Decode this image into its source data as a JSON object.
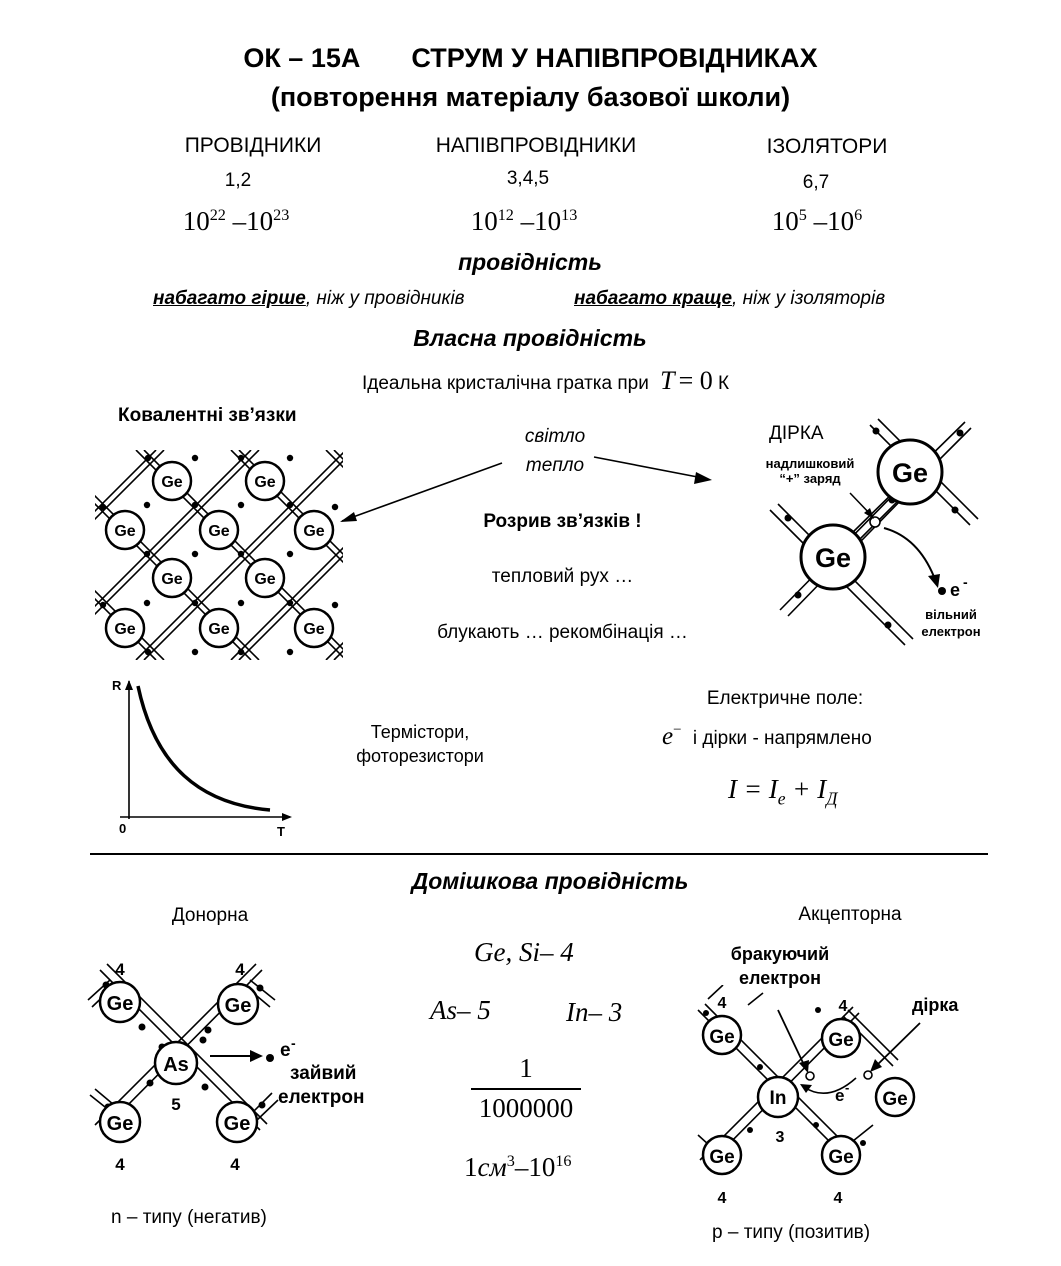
{
  "title": {
    "line1_code": "ОК – 15А",
    "line1_topic": "СТРУМ У НАПІВПРОВІДНИКАХ",
    "line2": "(повторення матеріалу базової школи)"
  },
  "classes": {
    "conductors": {
      "label": "ПРОВІДНИКИ",
      "nums": "1,2",
      "base": "10",
      "exp_from": "22",
      "exp_to": "23"
    },
    "semiconductors": {
      "label": "НАПІВПРОВІДНИКИ",
      "nums": "3,4,5",
      "base": "10",
      "exp_from": "12",
      "exp_to": "13"
    },
    "insulators": {
      "label": "ІЗОЛЯТОРИ",
      "nums": "6,7",
      "base": "10",
      "exp_from": "5",
      "exp_to": "6"
    },
    "dash": "–"
  },
  "conductivity": {
    "heading": "провідність",
    "worse_bold": "набагато гірше",
    "worse_rest": ", ніж у провідників",
    "better_bold": "набагато краще",
    "better_rest": ", ніж у ізоляторів"
  },
  "intrinsic": {
    "heading": "Власна провідність",
    "ideal_text": "Ідеальна кристалічна гратка при",
    "T_sym": "T",
    "T_eq": "= 0",
    "K": "К",
    "covalent": "Ковалентні зв’язки",
    "light": "світло",
    "heat": "тепло",
    "break": "Розрив зв’язків !",
    "thermal": "тепловий рух …",
    "wander": "блукають … рекомбінація …",
    "hole_label": "ДІРКА",
    "excess_1": "надлишковий",
    "excess_2": "“+” заряд",
    "free_1": "вільний",
    "free_2": "електрон",
    "electron": "e",
    "minus": "-",
    "ge": "Ge"
  },
  "graph": {
    "y_axis": "R",
    "x_axis": "T",
    "origin": "0"
  },
  "devices": {
    "line1": "Термістори,",
    "line2": "фоторезистори"
  },
  "field": {
    "heading": "Електричне поле:",
    "e_sym": "e",
    "e_sup": "−",
    "holes_text": "і дірки - напрямлено",
    "I": "I",
    "eq": "=",
    "Ie": "I",
    "Ie_sub": "e",
    "plus": "+",
    "Id": "I",
    "Id_sub": "Д"
  },
  "impurity": {
    "heading": "Домішкова провідність",
    "donor": "Донорна",
    "acceptor": "Акцепторна",
    "ge_si": "Ge, Si",
    "dash4": "– 4",
    "as5_sym": "As",
    "as5_num": "– 5",
    "in3_sym": "In",
    "in3_num": "– 3",
    "frac_num": "1",
    "frac_den": "1000000",
    "conc_pre": "1",
    "conc_unit": "см",
    "conc_exp": "3",
    "conc_dash": "–",
    "conc_base": "10",
    "conc_pow": "16",
    "n_type": "n – типу (негатив)",
    "p_type": "p – типу (позитив)",
    "extra_e_1": "зайвий",
    "extra_e_2": "електрон",
    "missing_1": "бракуючий",
    "missing_2": "електрон",
    "hole_small": "дірка",
    "as": "As",
    "in": "In",
    "four": "4",
    "five": "5",
    "three": "3"
  }
}
